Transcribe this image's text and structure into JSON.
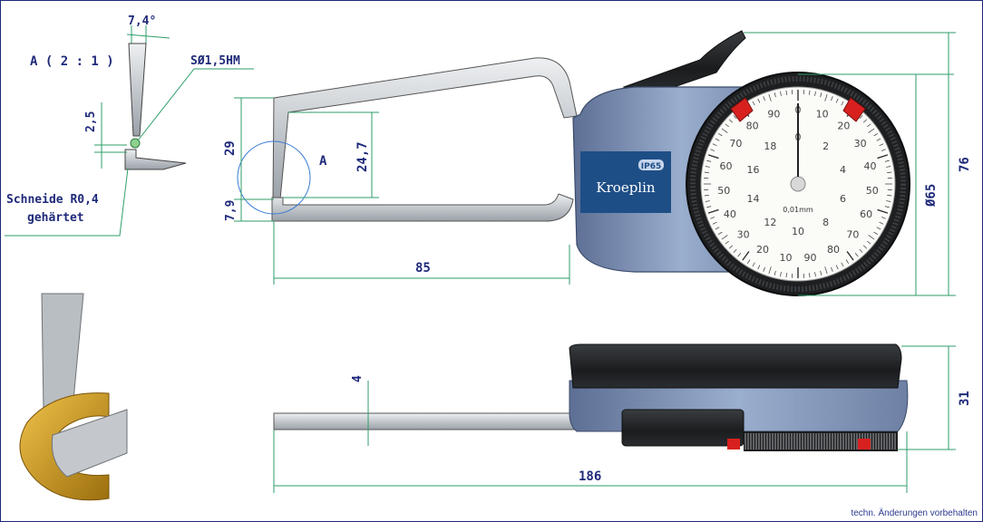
{
  "labels": {
    "detail_scale": "A ( 2 : 1 )",
    "tip_angle": "7,4°",
    "ball_tip": "SØ1,5HM",
    "tip_height": "2,5",
    "blade_line1": "Schneide R0,4",
    "blade_line2": "gehärtet",
    "dim_29": "29",
    "dim_24_7": "24,7",
    "dim_7_9": "7,9",
    "detail_marker": "A",
    "dim_85": "85",
    "dim_dial": "Ø65",
    "dim_76": "76",
    "dim_4": "4",
    "dim_31": "31",
    "dim_186": "186",
    "footnote": "techn. Änderungen vorbehalten"
  },
  "gauge": {
    "brand": "Kroeplin",
    "rating": "IP65",
    "dial_unit": "0,01mm",
    "outer_scale": [
      "0",
      "10",
      "20",
      "30",
      "40",
      "50",
      "60",
      "70",
      "80",
      "90",
      "10",
      "20",
      "30",
      "40",
      "50",
      "60",
      "70",
      "80",
      "90"
    ],
    "inner_scale": [
      "0",
      "2",
      "4",
      "6",
      "8",
      "10",
      "12",
      "14",
      "16",
      "18"
    ]
  },
  "colors": {
    "dimension_text": "#1f2a7a",
    "frame_line": "#5a6ba8",
    "leader_green": "#2e9e6a",
    "body_blue": "#7f93b8",
    "label_panel": "#1e4e86",
    "bezel": "#202426",
    "marker_red": "#d8211f",
    "brass": "#c9961a"
  }
}
